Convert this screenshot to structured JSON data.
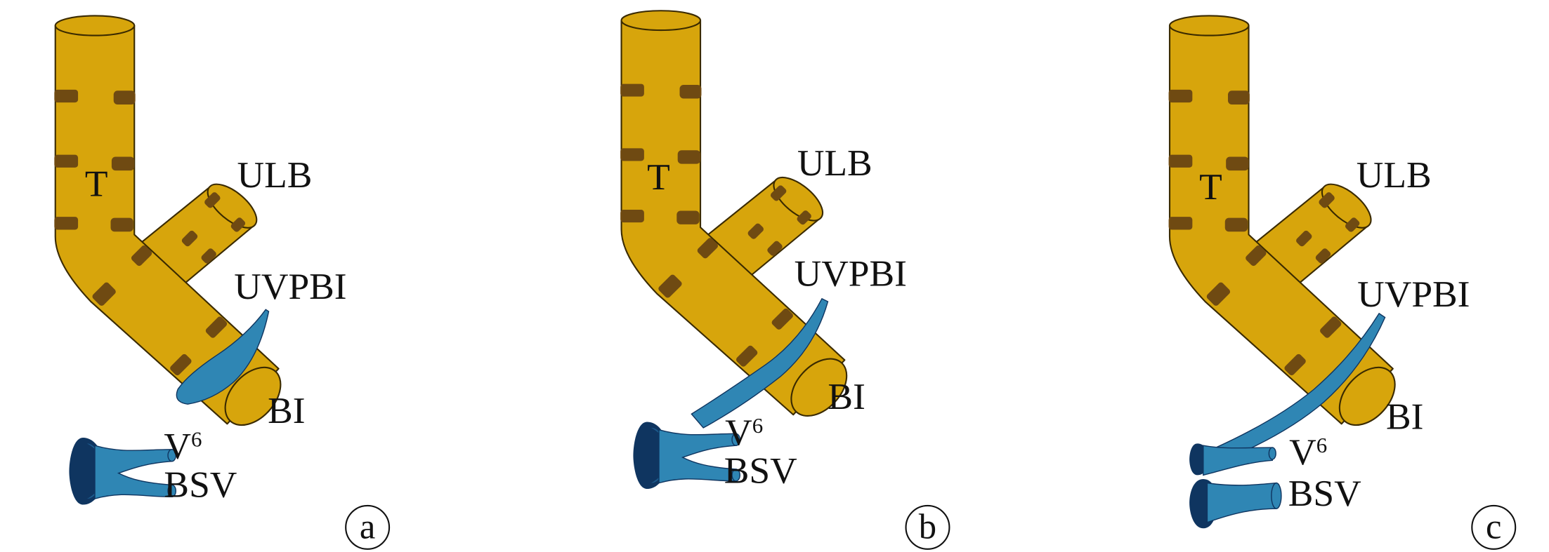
{
  "colors": {
    "airway": "#D7A50C",
    "airway_outline": "#3a2a00",
    "cartilage": "#6F4A12",
    "vessel": "#2F86B4",
    "vessel_dark": "#0F3560",
    "ink": "#111111"
  },
  "panels": [
    {
      "letter": "a",
      "labels": {
        "trachea": "T",
        "ulb": "ULB",
        "uvpbi": "UVPBI",
        "bi": "BI",
        "v6": "V",
        "v6_sup": "6",
        "bsv": "BSV"
      }
    },
    {
      "letter": "b",
      "labels": {
        "trachea": "T",
        "ulb": "ULB",
        "uvpbi": "UVPBI",
        "bi": "BI",
        "v6": "V",
        "v6_sup": "6",
        "bsv": "BSV"
      }
    },
    {
      "letter": "c",
      "labels": {
        "trachea": "T",
        "ulb": "ULB",
        "uvpbi": "UVPBI",
        "bi": "BI",
        "v6": "V",
        "v6_sup": "6",
        "bsv": "BSV"
      }
    }
  ]
}
